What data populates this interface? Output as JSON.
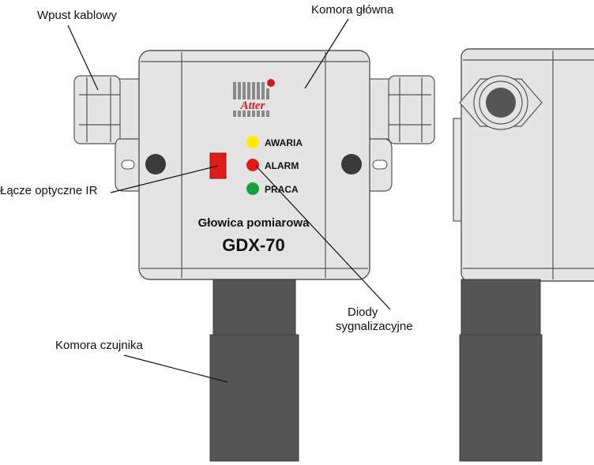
{
  "callouts": {
    "cable_gland": "Wpust kablowy",
    "main_chamber": "Komora główna",
    "ir_link": "Łącze optyczne IR",
    "signal_diodes_line1": "Diody",
    "signal_diodes_line2": "sygnalizacyjne",
    "sensor_chamber": "Komora czujnika"
  },
  "device": {
    "title": "Głowica pomiarowa",
    "model": "GDX-70",
    "logo_text": "Atter"
  },
  "leds": [
    {
      "label": "AWARIA",
      "color": "#ffea00"
    },
    {
      "label": "ALARM",
      "color": "#e01b1b"
    },
    {
      "label": "PRACA",
      "color": "#12a43a"
    }
  ],
  "colors": {
    "housing": "#e4e4e4",
    "housing_edge": "#555555",
    "sensor": "#555555",
    "ir_window": "#e01b1b",
    "screw": "#3a3a3a",
    "logo_bars": "#888888",
    "logo_accent": "#d01c1c"
  }
}
